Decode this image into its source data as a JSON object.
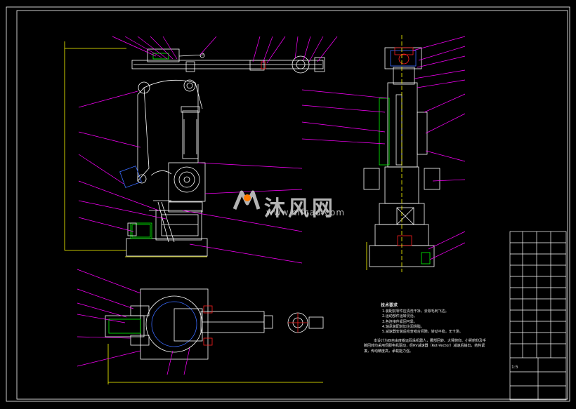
{
  "watermark": {
    "text": "沐风网",
    "url": "www.mfcad.com"
  },
  "notes": {
    "title": "技术要求",
    "items": [
      "1.装配前零件应清洗干净，去除毛刺飞边。",
      "2.运动部件运转灵活。",
      "3.各连接件紧固可靠。",
      "4.轴承装配前加注润滑脂。",
      "5.减速器安装后检查啮合间隙，转动平稳，无卡滞。"
    ],
    "paragraph": "本设计为四自由度搬运码垛机器人，腰部回转、大臂俯仰、小臂俯仰及手腕回转均采用伺服电机驱动，经RV减速器（Rot-Vector）减速后输出，结构紧凑，传动精度高，承载能力强。"
  },
  "title_block": {
    "scale_label": "1:5"
  },
  "colors": {
    "line": "#ffffff",
    "magenta": "#ff00ff",
    "yellow": "#ffff00",
    "green": "#00ff00",
    "blue": "#3a6bff",
    "red": "#ff2020",
    "cyan": "#00ffff"
  }
}
